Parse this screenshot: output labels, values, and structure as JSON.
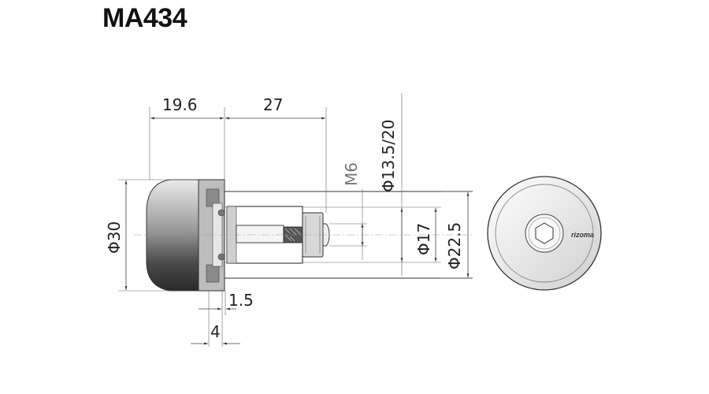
{
  "diagram": {
    "title": "MA434",
    "brand": "rizoma",
    "dimensions": {
      "head_length": "19.6",
      "insert_length": "27",
      "thread": "M6",
      "dia_insert_range": "Φ13.5/20",
      "dia_head": "Φ30",
      "dia_17": "Φ17",
      "dia_22_5": "Φ22.5",
      "flange_gap": "1.5",
      "flange_width": "4"
    }
  }
}
